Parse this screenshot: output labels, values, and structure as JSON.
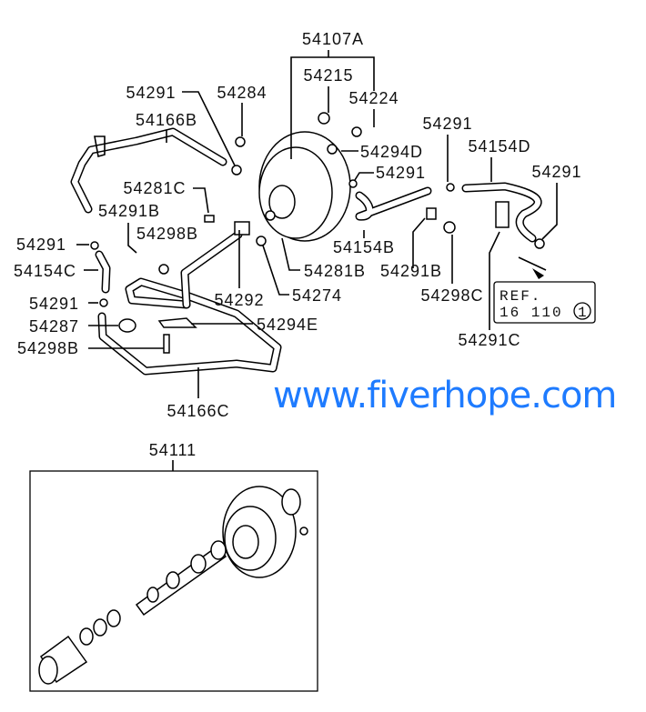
{
  "labels": {
    "p54107A": "54107A",
    "p54215": "54215",
    "p54224": "54224",
    "p54291_a": "54291",
    "p54284": "54284",
    "p54166B": "54166B",
    "p54294D": "54294D",
    "p54291_b": "54291",
    "p54154D": "54154D",
    "p54291_c": "54291",
    "p54291_d": "54291",
    "p54281C": "54281C",
    "p54291B_a": "54291B",
    "p54298B_a": "54298B",
    "p54291_e": "54291",
    "p54154B": "54154B",
    "p54154C": "54154C",
    "p54281B": "54281B",
    "p54291B_b": "54291B",
    "p54292": "54292",
    "p54274": "54274",
    "p54298C": "54298C",
    "p54291_f": "54291",
    "p54287": "54287",
    "p54294E": "54294E",
    "p54298B_b": "54298B",
    "p54291C": "54291C",
    "p54166C": "54166C",
    "p54111": "54111"
  },
  "ref_box": {
    "line1": "REF.",
    "line2": "16 110",
    "circled": "1"
  },
  "watermark": "www.fiverhope.com"
}
